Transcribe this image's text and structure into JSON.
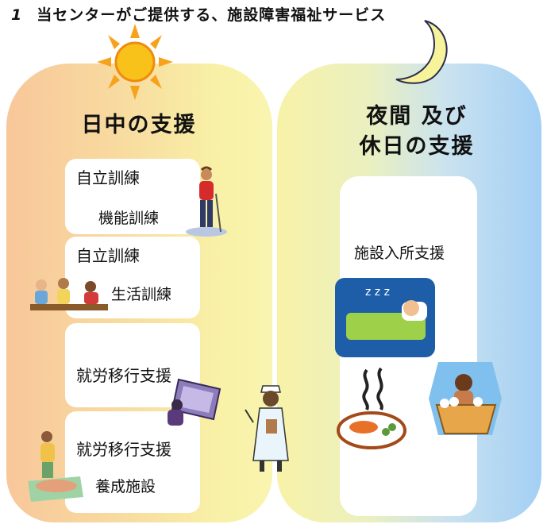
{
  "title": {
    "number": "1",
    "text": "当センターがご提供する、施設障害福祉サービス"
  },
  "day": {
    "heading": "日中の支援",
    "cards": [
      {
        "line1": "自立訓練",
        "line2": "機能訓練"
      },
      {
        "line1": "自立訓練",
        "line2": "生活訓練"
      },
      {
        "line1": "就労移行支援",
        "line2": ""
      },
      {
        "line1": "就労移行支援",
        "line2": "養成施設"
      }
    ]
  },
  "night": {
    "heading_line1": "夜間 及び",
    "heading_line2": "休日の支援",
    "card_text": "施設入所支援"
  },
  "colors": {
    "day_panel_start": "#f8c79a",
    "day_panel_end": "#f9f4b0",
    "night_panel_start": "#f8f2a8",
    "night_panel_end": "#a3cff4",
    "sun": "#f7a21b",
    "moon": "#f7f08a"
  },
  "icons": [
    "sun-icon",
    "moon-icon",
    "walking-cane-person-icon",
    "conversation-people-icon",
    "computer-worker-icon",
    "massage-icon",
    "nurse-icon",
    "sleeping-person-icon",
    "hot-meal-icon",
    "bath-icon"
  ]
}
